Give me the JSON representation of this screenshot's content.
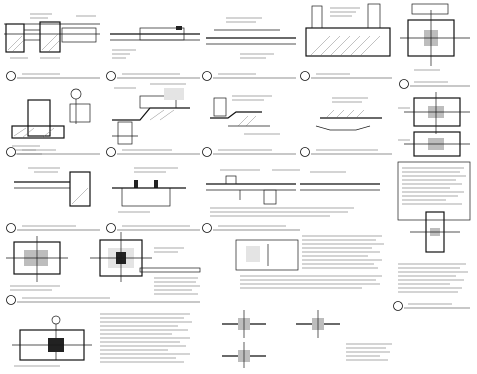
{
  "sheet": {
    "background": "#ffffff",
    "ink": "#1a1a1a",
    "text_legible": false,
    "detail_grid": [
      {
        "row": 1,
        "details": [
          "foundation-wall-step",
          "slab-thickening",
          "slab-edge-section",
          "retaining-wall-section",
          "column-base-plan"
        ]
      },
      {
        "row": 2,
        "details": [
          "footing-pier-section",
          "curb-and-ramp",
          "slab-on-grade-edge",
          "thickened-slab-notes",
          "column-anchor-plan"
        ]
      },
      {
        "row": 3,
        "details": [
          "grade-beam-step",
          "wall-footing-detail",
          "slab-joint-detail",
          "column-splice-elevation"
        ]
      },
      {
        "row": 4,
        "details": [
          "embed-plate-elevation",
          "embed-plate-section",
          "schedule-and-notes",
          "anchor-bolt-detail"
        ]
      },
      {
        "row": 5,
        "details": [
          "pile-cap-section",
          "general-notes",
          "beam-connection-elevations"
        ]
      }
    ]
  }
}
